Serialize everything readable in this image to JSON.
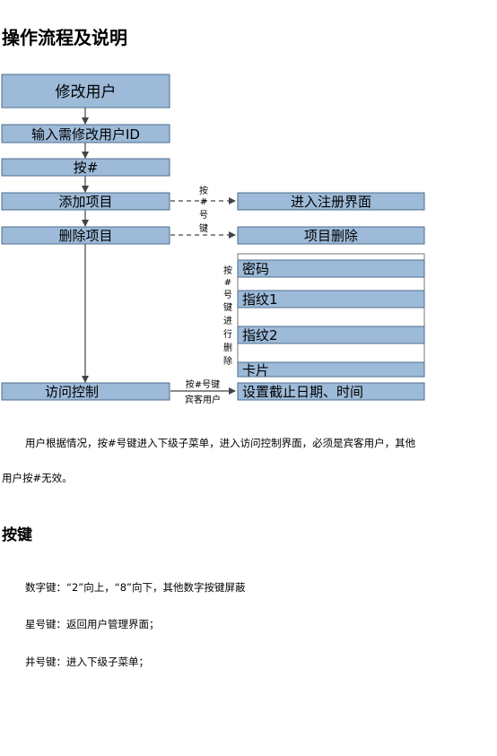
{
  "heading": "操作流程及说明",
  "flow": {
    "left_boxes": [
      "修改用户",
      "输入需修改用户ID",
      "按#",
      "添加项目",
      "删除项目",
      "访问控制"
    ],
    "right_boxes": [
      "进入注册界面",
      "项目删除"
    ],
    "list_items": [
      "密码",
      "指纹1",
      "指纹2",
      "卡片"
    ],
    "bottom_right_box": "设置截止日期、时间",
    "dash_label_chars": [
      "按",
      "#",
      "号",
      "键"
    ],
    "vertical_label_chars": [
      "按",
      "#",
      "号",
      "键",
      "进",
      "行",
      "删",
      "除"
    ],
    "arrow_label_top": "按#号键",
    "arrow_label_bottom": "宾客用户"
  },
  "paragraph": {
    "line1": "用户根据情况，按#号键进入下级子菜单，进入访问控制界面，必须是宾客用户，其他",
    "line2": "用户按#无效。"
  },
  "section2_heading": "按键",
  "keys": {
    "digits": "数字键：“2”向上，“8”向下，其他数字按键屏蔽",
    "star": "星号键：返回用户管理界面；",
    "hash": "井号键：进入下级子菜单；"
  }
}
